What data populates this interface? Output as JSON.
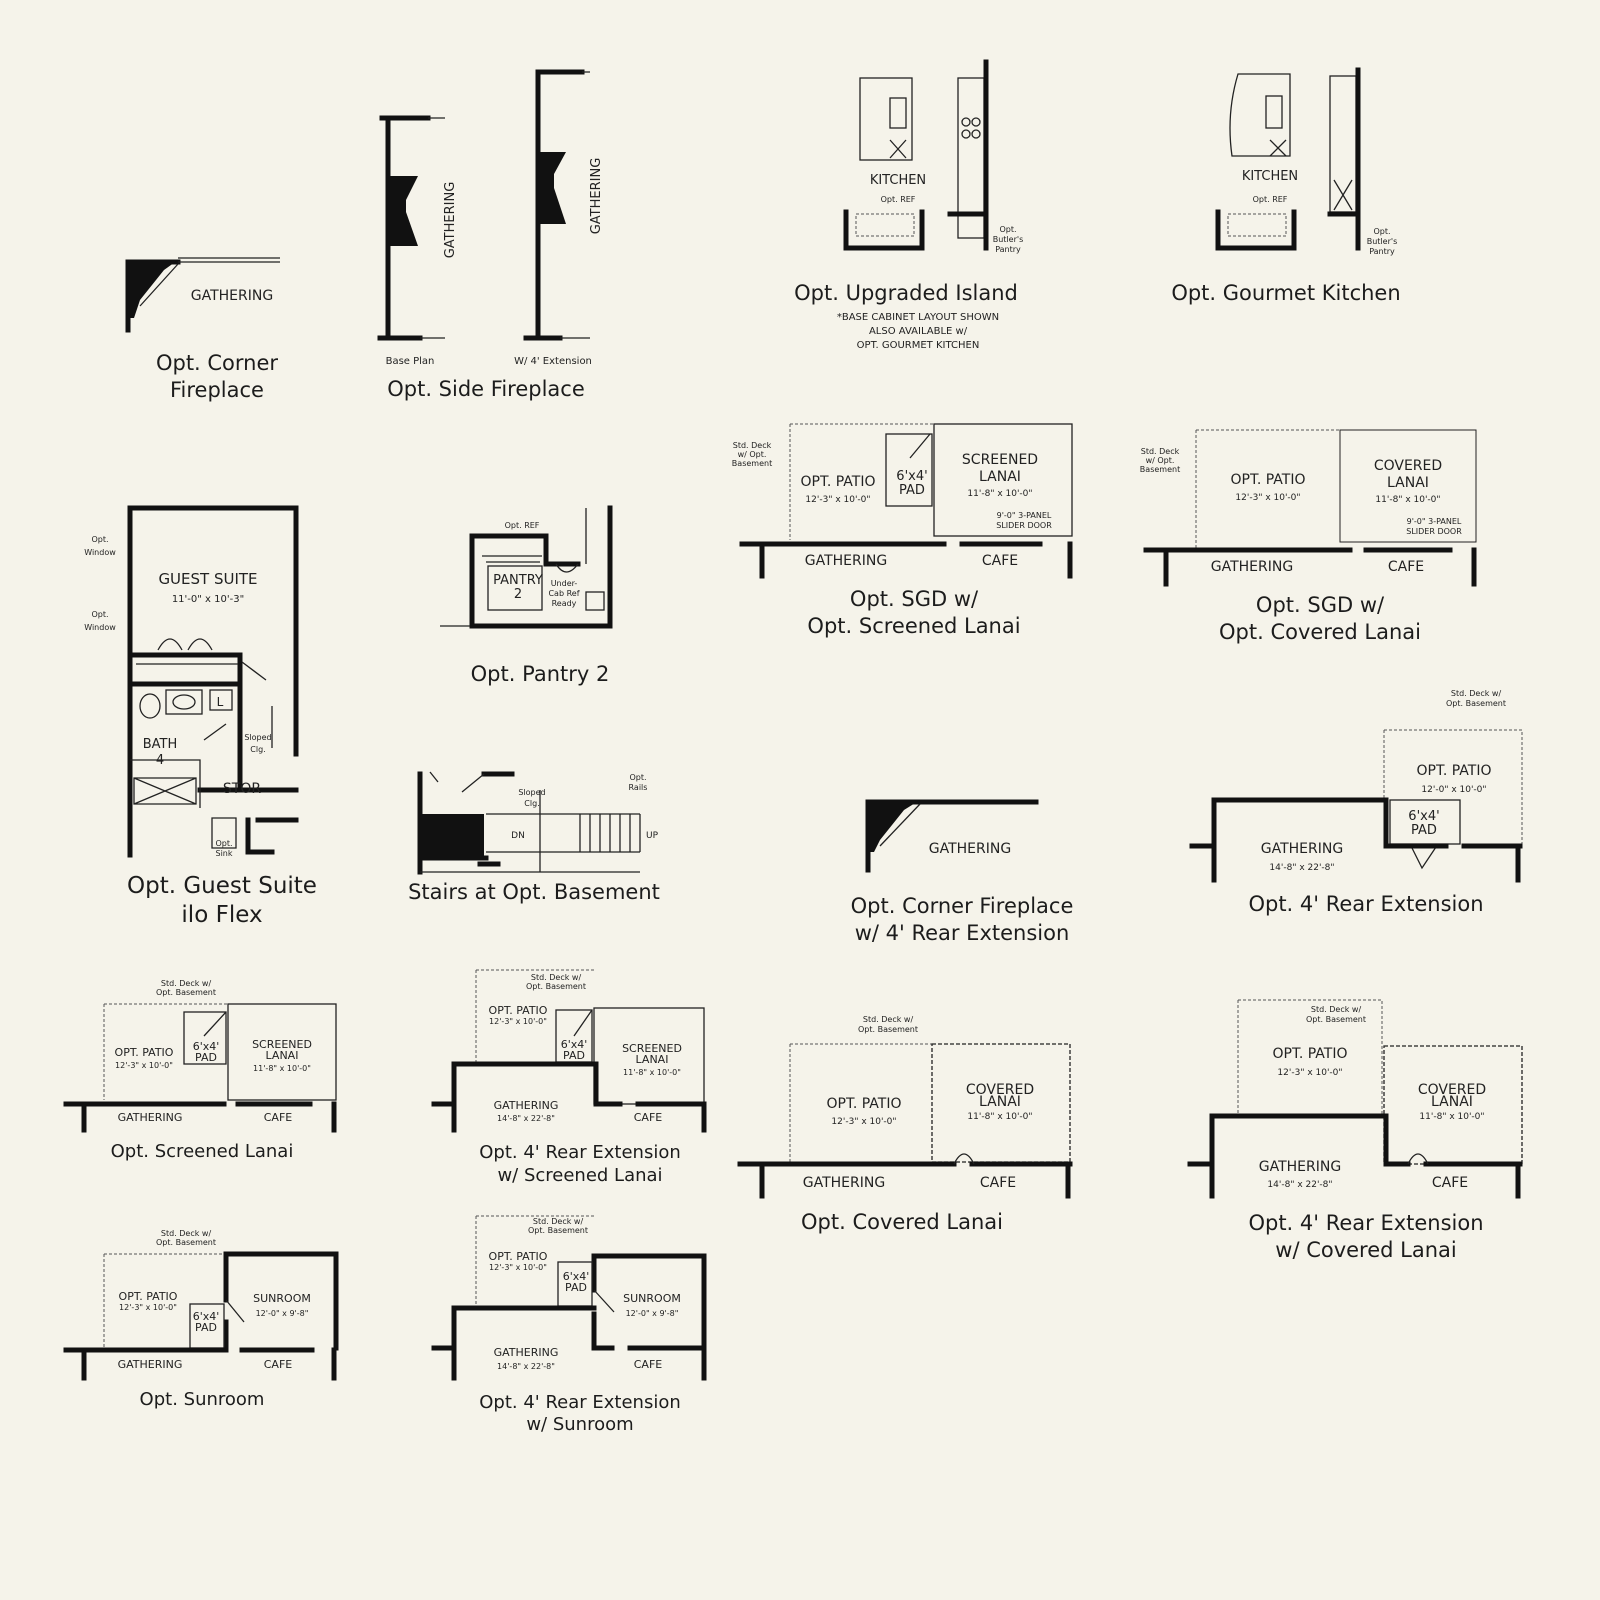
{
  "captions": {
    "corner_fireplace": [
      "Opt. Corner",
      "Fireplace"
    ],
    "side_fireplace": "Opt. Side Fireplace",
    "upgraded_island": "Opt. Upgraded Island",
    "upgraded_island_note": [
      "*BASE CABINET LAYOUT SHOWN",
      "ALSO AVAILABLE w/",
      "OPT. GOURMET KITCHEN"
    ],
    "gourmet_kitchen": "Opt. Gourmet Kitchen",
    "guest_suite": [
      "Opt. Guest Suite",
      "ilo Flex"
    ],
    "pantry2": "Opt. Pantry 2",
    "sgd_screened": [
      "Opt. SGD w/",
      "Opt. Screened Lanai"
    ],
    "sgd_covered": [
      "Opt. SGD w/",
      "Opt. Covered Lanai"
    ],
    "stairs_basement": "Stairs at Opt. Basement",
    "corner_fp_ext": [
      "Opt. Corner Fireplace",
      "w/ 4' Rear Extension"
    ],
    "rear_ext": "Opt. 4' Rear Extension",
    "screened_lanai": "Opt. Screened Lanai",
    "rear_ext_screened": [
      "Opt. 4' Rear Extension",
      "w/ Screened Lanai"
    ],
    "covered_lanai": "Opt. Covered Lanai",
    "rear_ext_covered": [
      "Opt. 4' Rear Extension",
      "w/ Covered Lanai"
    ],
    "sunroom": "Opt. Sunroom",
    "rear_ext_sunroom": [
      "Opt. 4' Rear Extension",
      "w/ Sunroom"
    ]
  },
  "labels": {
    "gathering": "GATHERING",
    "cafe": "CAFE",
    "kitchen": "KITCHEN",
    "opt_ref": "Opt. REF",
    "opt_butlers_pantry": [
      "Opt.",
      "Butler's",
      "Pantry"
    ],
    "base_plan": "Base Plan",
    "w_4_extension": "W/ 4' Extension",
    "guest_suite": "GUEST SUITE",
    "guest_suite_dim": "11'-0\" x 10'-3\"",
    "opt_window": [
      "Opt.",
      "Window"
    ],
    "bath": "BATH",
    "bath_num": "4",
    "l": "L",
    "stor": "STOR",
    "sloped_clg": [
      "Sloped",
      "Clg."
    ],
    "opt_sink": [
      "Opt.",
      "Sink"
    ],
    "pantry": "PANTRY",
    "pantry_num": "2",
    "under_cab_ref": [
      "Under-",
      "Cab Ref",
      "Ready"
    ],
    "opt_patio": "OPT. PATIO",
    "patio_dim_a": "12'-3\" x 10'-0\"",
    "patio_dim_b": "12'-0\" x 10'-0\"",
    "pad": [
      "6'x4'",
      "PAD"
    ],
    "screened": [
      "SCREENED",
      "LANAI"
    ],
    "covered": [
      "COVERED",
      "LANAI"
    ],
    "lanai_dim": "11'-8\" x 10'-0\"",
    "panel_slider": [
      "9'-0\" 3-PANEL",
      "SLIDER DOOR"
    ],
    "std_deck": [
      "Std. Deck w/",
      "Opt. Basement"
    ],
    "std_deck3": [
      "Std. Deck",
      "w/ Opt.",
      "Basement"
    ],
    "gathering_dim": "14'-8\" x 22'-8\"",
    "sunroom": "SUNROOM",
    "sunroom_dim": "12'-0\" x 9'-8\"",
    "dn": "DN",
    "up": "UP",
    "opt_rails": [
      "Opt.",
      "Rails"
    ]
  }
}
